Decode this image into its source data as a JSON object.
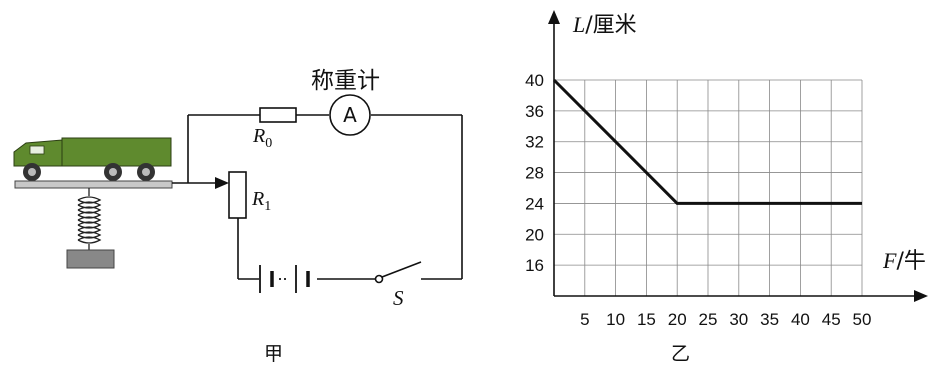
{
  "circuit": {
    "scale_label": "称重计",
    "ammeter_symbol": "A",
    "r0_letter": "R",
    "r0_sub": "0",
    "r1_letter": "R",
    "r1_sub": "1",
    "switch_label": "S",
    "caption": "甲"
  },
  "graph": {
    "caption": "乙",
    "y_axis_var": "L",
    "y_axis_unit": "/厘米",
    "x_axis_var": "F",
    "x_axis_unit": "/牛",
    "x_ticks": [
      "5",
      "10",
      "15",
      "20",
      "25",
      "30",
      "35",
      "40",
      "45",
      "50"
    ],
    "y_ticks": [
      "16",
      "20",
      "24",
      "28",
      "32",
      "36",
      "40"
    ]
  },
  "chart_data": {
    "type": "line",
    "x": [
      0,
      20,
      50
    ],
    "series": [
      {
        "values": [
          40,
          24,
          24
        ]
      }
    ],
    "xlim": [
      0,
      50
    ],
    "ylim": [
      12,
      40
    ],
    "grid": true
  }
}
